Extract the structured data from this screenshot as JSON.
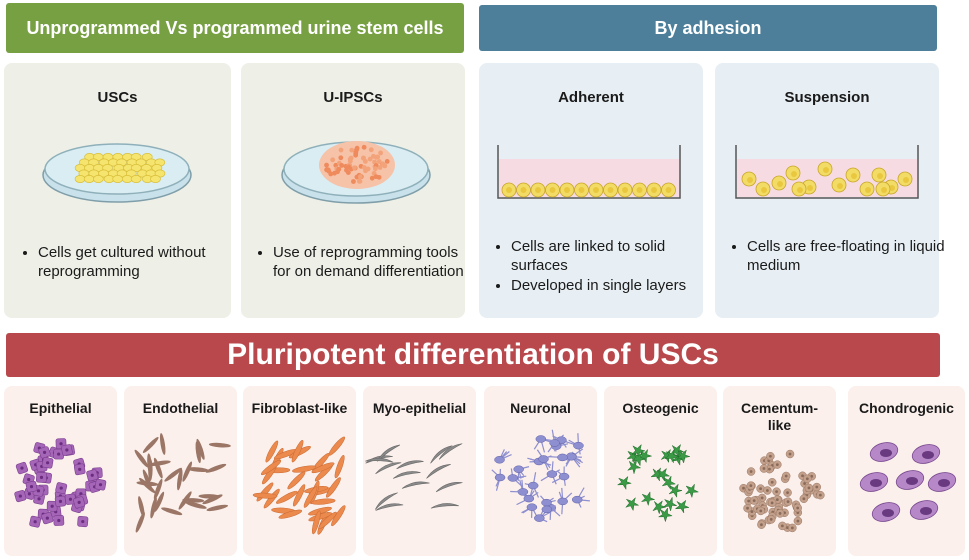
{
  "top_left_banner": "Unprogrammed Vs programmed urine stem cells",
  "top_right_banner": "By adhesion",
  "panels": {
    "uscs": {
      "title": "USCs",
      "bullets": [
        "Cells get cultured without reprogramming"
      ]
    },
    "uipscs": {
      "title": "U-IPSCs",
      "bullets": [
        "Use of reprogramming tools for on demand differentiation"
      ]
    },
    "adherent": {
      "title": "Adherent",
      "bullets": [
        " Cells are linked to solid surfaces",
        "Developed in single layers"
      ]
    },
    "suspension": {
      "title": "Suspension",
      "bullets": [
        "Cells are free-floating in liquid medium"
      ]
    }
  },
  "differentiation_banner": "Pluripotent differentiation of USCs",
  "cell_types": [
    {
      "label": "Epithelial",
      "icon": "epithelial-cells-icon",
      "color": "#a666b8"
    },
    {
      "label": "Endothelial",
      "icon": "endothelial-cells-icon",
      "color": "#9b7666"
    },
    {
      "label": "Fibroblast-like",
      "icon": "fibroblast-cells-icon",
      "color": "#ec8a4e"
    },
    {
      "label": "Myo-epithelial",
      "icon": "myoepithelial-cells-icon",
      "color": "#8a8a8a"
    },
    {
      "label": "Neuronal",
      "icon": "neuronal-cells-icon",
      "color": "#8e8fd0"
    },
    {
      "label": "Osteogenic",
      "icon": "osteogenic-cells-icon",
      "color": "#3a9a45"
    },
    {
      "label": "Cementum-like",
      "icon": "cementum-cells-icon",
      "color": "#c3a08c"
    },
    {
      "label": "Chondrogenic",
      "icon": "chondrogenic-cells-icon",
      "color": "#8a5aa8"
    }
  ],
  "colors": {
    "green_banner": "#77a043",
    "blue_banner": "#4d7f9a",
    "red_banner": "#b9484c",
    "cell_yellow": "#f3e26a",
    "ipsc_orange": "#f0906a"
  }
}
